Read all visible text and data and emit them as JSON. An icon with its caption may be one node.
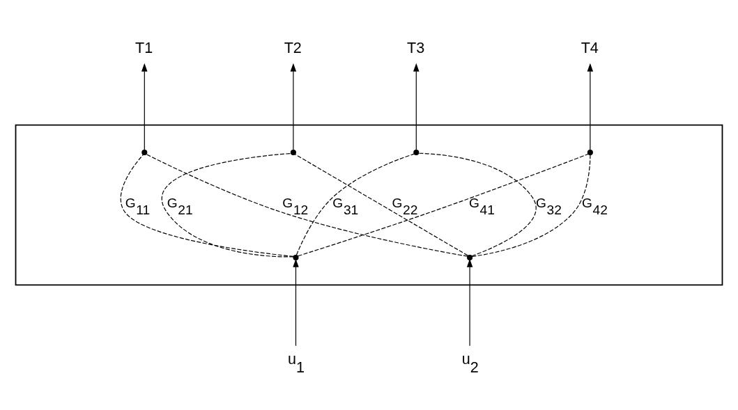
{
  "diagram": {
    "nodes": [
      {
        "text": [
          "T1"
        ]
      },
      {
        "text": [
          "T2"
        ]
      },
      {
        "text": [
          "T3"
        ]
      },
      {
        "text": [
          "T4"
        ]
      },
      {
        "text": [],
        "shape": "box"
      },
      {
        "text": [],
        "shape": "point",
        "in": 4
      },
      {
        "text": [],
        "shape": "point",
        "in": 4
      },
      {
        "text": [],
        "shape": "point",
        "in": 4
      },
      {
        "text": [],
        "shape": "point",
        "in": 4
      },
      {
        "text": [],
        "shape": "point",
        "in": 4
      },
      {
        "text": [],
        "shape": "point",
        "in": 4
      },
      {
        "text": [
          "u$_{1}$"
        ]
      },
      {
        "text": [
          "u$_{2}$"
        ]
      }
    ],
    "edges": [
      {
        "from": 11,
        "to": 9,
        "arrow": "to"
      },
      {
        "from": 12,
        "to": 10,
        "arrow": "to"
      },
      {
        "from": 5,
        "to": 0,
        "arrow": "to"
      },
      {
        "from": 6,
        "to": 1,
        "arrow": "to"
      },
      {
        "from": 7,
        "to": 2,
        "arrow": "to"
      },
      {
        "from": 8,
        "to": 3,
        "arrow": "to"
      },
      {
        "from": 9,
        "to": 5,
        "arrow": "none",
        "style": "dashed",
        "label": "G$_{11}$"
      },
      {
        "from": 9,
        "to": 6,
        "arrow": "none",
        "style": "dashed",
        "label": "G$_{21}$"
      },
      {
        "from": 9,
        "to": 7,
        "arrow": "none",
        "style": "dashed",
        "label": "G$_{31}$"
      },
      {
        "from": 9,
        "to": 8,
        "arrow": "none",
        "style": "dashed",
        "label": "G$_{41}$"
      },
      {
        "from": 10,
        "to": 5,
        "arrow": "none",
        "style": "dashed",
        "label": "G$_{12}$"
      },
      {
        "from": 10,
        "to": 6,
        "arrow": "none",
        "style": "dashed",
        "label": "G$_{22}$"
      },
      {
        "from": 10,
        "to": 7,
        "arrow": "none",
        "style": "dashed",
        "label": "G$_{32}$"
      },
      {
        "from": 10,
        "to": 8,
        "arrow": "none",
        "style": "dashed",
        "label": "G$_{42}$"
      }
    ]
  }
}
